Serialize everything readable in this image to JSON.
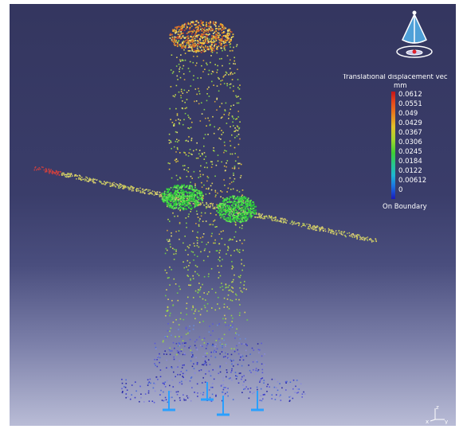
{
  "legend": {
    "title": "Translational displacement vec",
    "unit": "mm",
    "values": [
      "0.0612",
      "0.0551",
      "0.049",
      "0.0429",
      "0.0367",
      "0.0306",
      "0.0245",
      "0.0184",
      "0.0122",
      "0.00612",
      "0"
    ],
    "footer": "On Boundary",
    "scale_colors": [
      "#c4141a",
      "#e4441b",
      "#e8751d",
      "#e0c22a",
      "#a0d62e",
      "#3fcf34",
      "#27c58f",
      "#1eb6d2",
      "#1b74e3",
      "#1a1ab7"
    ]
  },
  "axis_triad": {
    "labels": [
      "z",
      "x",
      "y"
    ]
  },
  "colors": {
    "background_top": "#34365f",
    "background_bottom": "#b9bcd6",
    "cap_points": "#e8a02a",
    "block_points": "#2fd03a",
    "base_points": "#2a2aa8",
    "clamp_symbols": "#2aa0ff"
  }
}
